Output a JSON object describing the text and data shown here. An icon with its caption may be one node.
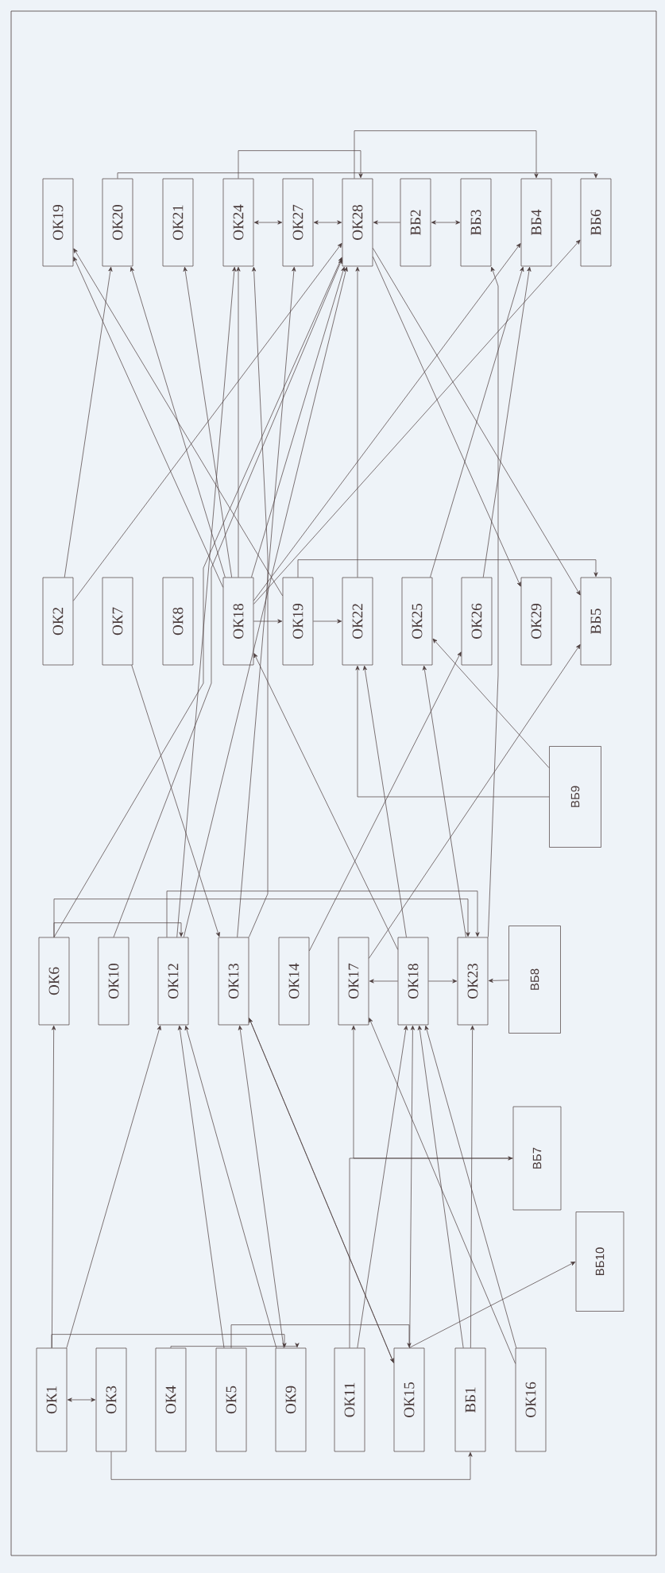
{
  "diagram": {
    "nodes": [
      {
        "text": [
          "ОК19"
        ]
      },
      {
        "text": [
          "ОК20"
        ]
      },
      {
        "text": [
          "ОК21"
        ]
      },
      {
        "text": [
          "ОК24"
        ]
      },
      {
        "text": [
          "ОК27"
        ]
      },
      {
        "text": [
          "ОК28"
        ]
      },
      {
        "text": [
          "ВБ2"
        ]
      },
      {
        "text": [
          "ВБ3"
        ]
      },
      {
        "text": [
          "ВБ4"
        ]
      },
      {
        "text": [
          "ВБ6"
        ]
      },
      {
        "text": [
          "ОК2"
        ]
      },
      {
        "text": [
          "ОК7"
        ]
      },
      {
        "text": [
          "ОК8"
        ]
      },
      {
        "text": [
          "ОК18"
        ]
      },
      {
        "text": [
          "ОК19"
        ]
      },
      {
        "text": [
          "ОК22"
        ]
      },
      {
        "text": [
          "ОК25"
        ]
      },
      {
        "text": [
          "ОК26"
        ]
      },
      {
        "text": [
          "ОК29"
        ]
      },
      {
        "text": [
          "ВБ5"
        ]
      },
      {
        "text": [
          "ВБ9"
        ]
      },
      {
        "text": [
          "ОК6"
        ]
      },
      {
        "text": [
          "ОК10"
        ]
      },
      {
        "text": [
          "ОК12"
        ]
      },
      {
        "text": [
          "ОК13"
        ]
      },
      {
        "text": [
          "ОК14"
        ]
      },
      {
        "text": [
          "ОК17"
        ]
      },
      {
        "text": [
          "ОК18"
        ]
      },
      {
        "text": [
          "ОК23"
        ]
      },
      {
        "text": [
          "ВБ8"
        ]
      },
      {
        "text": [
          "ВБ7"
        ]
      },
      {
        "text": [
          "ВБ10"
        ]
      },
      {
        "text": [
          "ОК1"
        ]
      },
      {
        "text": [
          "ОК3"
        ]
      },
      {
        "text": [
          "ОК4"
        ]
      },
      {
        "text": [
          "ОК5"
        ]
      },
      {
        "text": [
          "ОК9"
        ]
      },
      {
        "text": [
          "ОК11"
        ]
      },
      {
        "text": [
          "ОК15"
        ]
      },
      {
        "text": [
          "ВБ1"
        ]
      },
      {
        "text": [
          "ОК16"
        ]
      }
    ],
    "edges": [
      {
        "from": 3,
        "to": 4,
        "arrow": "both"
      },
      {
        "from": 4,
        "to": 5,
        "arrow": "both"
      },
      {
        "from": 6,
        "to": 5,
        "arrow": "to"
      },
      {
        "from": 6,
        "to": 7,
        "arrow": "both"
      },
      {
        "from": 1,
        "to": 9,
        "arrow": "to"
      },
      {
        "from": 3,
        "to": 5,
        "arrow": "to"
      },
      {
        "from": 5,
        "to": 8,
        "arrow": "to"
      },
      {
        "from": 33,
        "to": 39,
        "arrow": "to"
      },
      {
        "from": 32,
        "to": 33,
        "arrow": "both"
      },
      {
        "from": 13,
        "to": 14,
        "arrow": "to"
      },
      {
        "from": 14,
        "to": 15,
        "arrow": "to"
      },
      {
        "from": 14,
        "to": 19,
        "arrow": "to"
      },
      {
        "from": 10,
        "to": 1,
        "arrow": "to"
      },
      {
        "from": 10,
        "to": 5,
        "arrow": "to"
      },
      {
        "from": 13,
        "to": 0,
        "arrow": "to"
      },
      {
        "from": 13,
        "to": 1,
        "arrow": "to"
      },
      {
        "from": 13,
        "to": 2,
        "arrow": "to"
      },
      {
        "from": 13,
        "to": 3,
        "arrow": "to"
      },
      {
        "from": 13,
        "to": 5,
        "arrow": "to"
      },
      {
        "from": 13,
        "to": 8,
        "arrow": "to"
      },
      {
        "from": 13,
        "to": 9,
        "arrow": "to"
      },
      {
        "from": 14,
        "to": 0,
        "arrow": "to"
      },
      {
        "from": 15,
        "to": 5,
        "arrow": "to"
      },
      {
        "from": 16,
        "to": 8,
        "arrow": "to"
      },
      {
        "from": 17,
        "to": 8,
        "arrow": "to"
      },
      {
        "from": 5,
        "to": 18,
        "arrow": "to"
      },
      {
        "from": 5,
        "to": 19,
        "arrow": "to"
      },
      {
        "from": 28,
        "to": 7,
        "arrow": "to"
      },
      {
        "from": 21,
        "to": 5,
        "arrow": "to"
      },
      {
        "from": 22,
        "to": 5,
        "arrow": "to"
      },
      {
        "from": 23,
        "to": 5,
        "arrow": "to"
      },
      {
        "from": 24,
        "to": 4,
        "arrow": "to"
      },
      {
        "from": 23,
        "to": 3,
        "arrow": "to"
      },
      {
        "from": 24,
        "to": 3,
        "arrow": "to"
      },
      {
        "from": 21,
        "to": 23,
        "arrow": "to"
      },
      {
        "from": 21,
        "to": 28,
        "arrow": "to"
      },
      {
        "from": 23,
        "to": 28,
        "arrow": "to"
      },
      {
        "from": 25,
        "to": 17,
        "arrow": "to"
      },
      {
        "from": 20,
        "to": 15,
        "arrow": "to"
      },
      {
        "from": 20,
        "to": 16,
        "arrow": "to"
      },
      {
        "from": 11,
        "to": 24,
        "arrow": "to"
      },
      {
        "from": 27,
        "to": 13,
        "arrow": "to"
      },
      {
        "from": 26,
        "to": 19,
        "arrow": "to"
      },
      {
        "from": 27,
        "to": 26,
        "arrow": "to"
      },
      {
        "from": 27,
        "to": 15,
        "arrow": "to"
      },
      {
        "from": 29,
        "to": 28,
        "arrow": "to"
      },
      {
        "from": 28,
        "to": 16,
        "arrow": "to"
      },
      {
        "from": 32,
        "to": 21,
        "arrow": "to"
      },
      {
        "from": 32,
        "to": 23,
        "arrow": "to"
      },
      {
        "from": 35,
        "to": 23,
        "arrow": "to"
      },
      {
        "from": 36,
        "to": 23,
        "arrow": "to"
      },
      {
        "from": 36,
        "to": 24,
        "arrow": "to"
      },
      {
        "from": 38,
        "to": 24,
        "arrow": "to"
      },
      {
        "from": 37,
        "to": 27,
        "arrow": "to"
      },
      {
        "from": 38,
        "to": 27,
        "arrow": "to"
      },
      {
        "from": 39,
        "to": 27,
        "arrow": "to"
      },
      {
        "from": 40,
        "to": 27,
        "arrow": "to"
      },
      {
        "from": 39,
        "to": 28,
        "arrow": "to"
      },
      {
        "from": 40,
        "to": 26,
        "arrow": "to"
      },
      {
        "from": 37,
        "to": 30,
        "arrow": "to"
      },
      {
        "from": 30,
        "to": 26,
        "arrow": "to"
      },
      {
        "from": 38,
        "to": 31,
        "arrow": "to"
      },
      {
        "from": 32,
        "to": 36,
        "arrow": "to"
      },
      {
        "from": 34,
        "to": 36,
        "arrow": "to"
      },
      {
        "from": 35,
        "to": 38,
        "arrow": "to"
      },
      {
        "from": 24,
        "to": 38,
        "arrow": "to"
      },
      {
        "from": 27,
        "to": 28,
        "arrow": "to"
      }
    ]
  }
}
